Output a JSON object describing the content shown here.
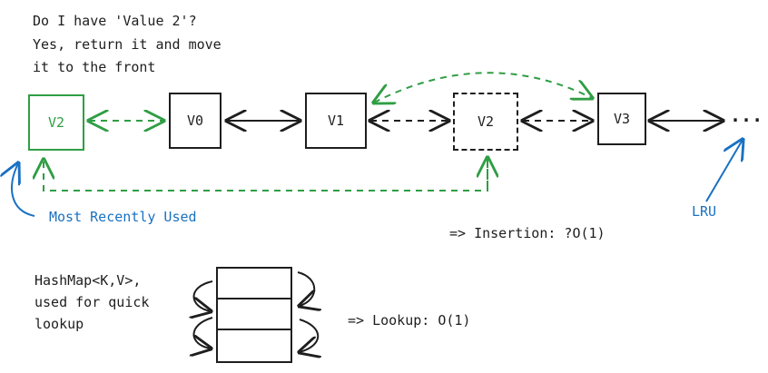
{
  "question": {
    "line1": "Do I have 'Value 2'?",
    "line2": "Yes, return it and move",
    "line3": "it to the front"
  },
  "nodes": {
    "head": "V2",
    "v0": "V0",
    "v1": "V1",
    "v2_old": "V2",
    "v3": "V3",
    "ellipsis": "..."
  },
  "labels": {
    "mru": "Most Recently Used",
    "lru": "LRU",
    "insertion": "=> Insertion: ?O(1)",
    "hashmap_line1": "HashMap<K,V>,",
    "hashmap_line2": "used for quick",
    "hashmap_line3": "lookup",
    "lookup": "=> Lookup: O(1)"
  },
  "colors": {
    "ink": "#1e1e1e",
    "green": "#2f9e44",
    "blue": "#1971c2"
  }
}
